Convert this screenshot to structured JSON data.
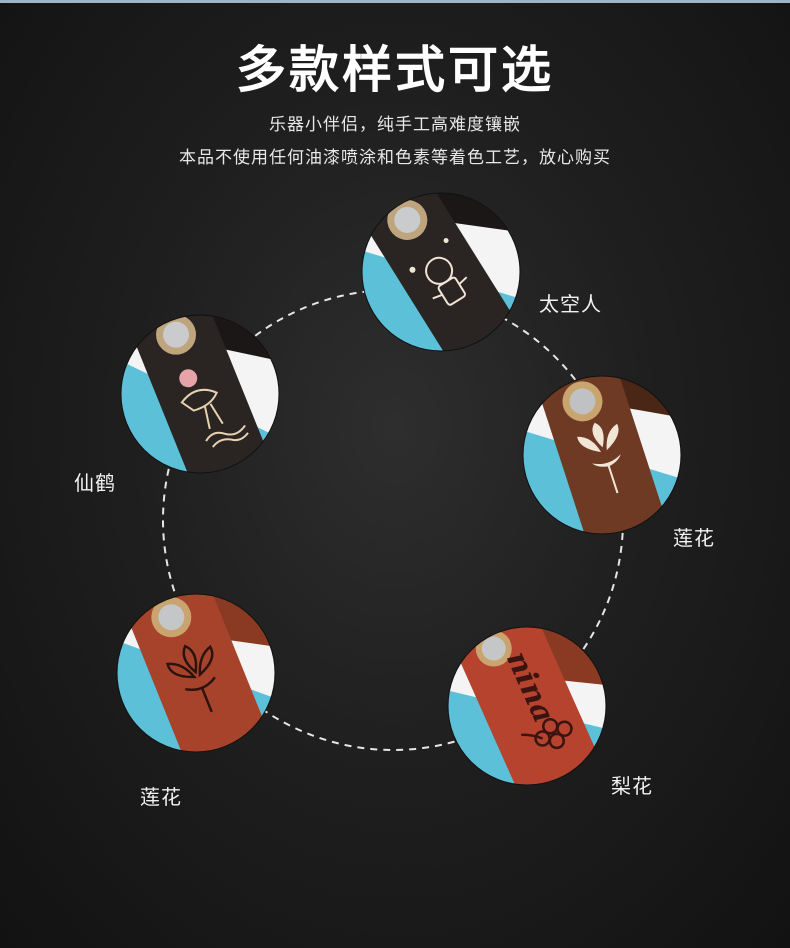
{
  "header": {
    "title": "多款样式可选",
    "subtitle_1": "乐器小伴侣，纯手工高难度镶嵌",
    "subtitle_2": "本品不使用任何油漆喷涂和色素等着色工艺，放心购买"
  },
  "styles": [
    {
      "label": "太空人"
    },
    {
      "label": "仙鹤"
    },
    {
      "label": "莲花"
    },
    {
      "label": "莲花"
    },
    {
      "label": "梨花",
      "engraving": "nina"
    }
  ],
  "colors": {
    "ebony": "#2a2523",
    "rosewood": "#6e3a24",
    "redwood": "#a8432b",
    "background_blue": "#5cc0d9",
    "inlay": "#f1e6d6"
  }
}
